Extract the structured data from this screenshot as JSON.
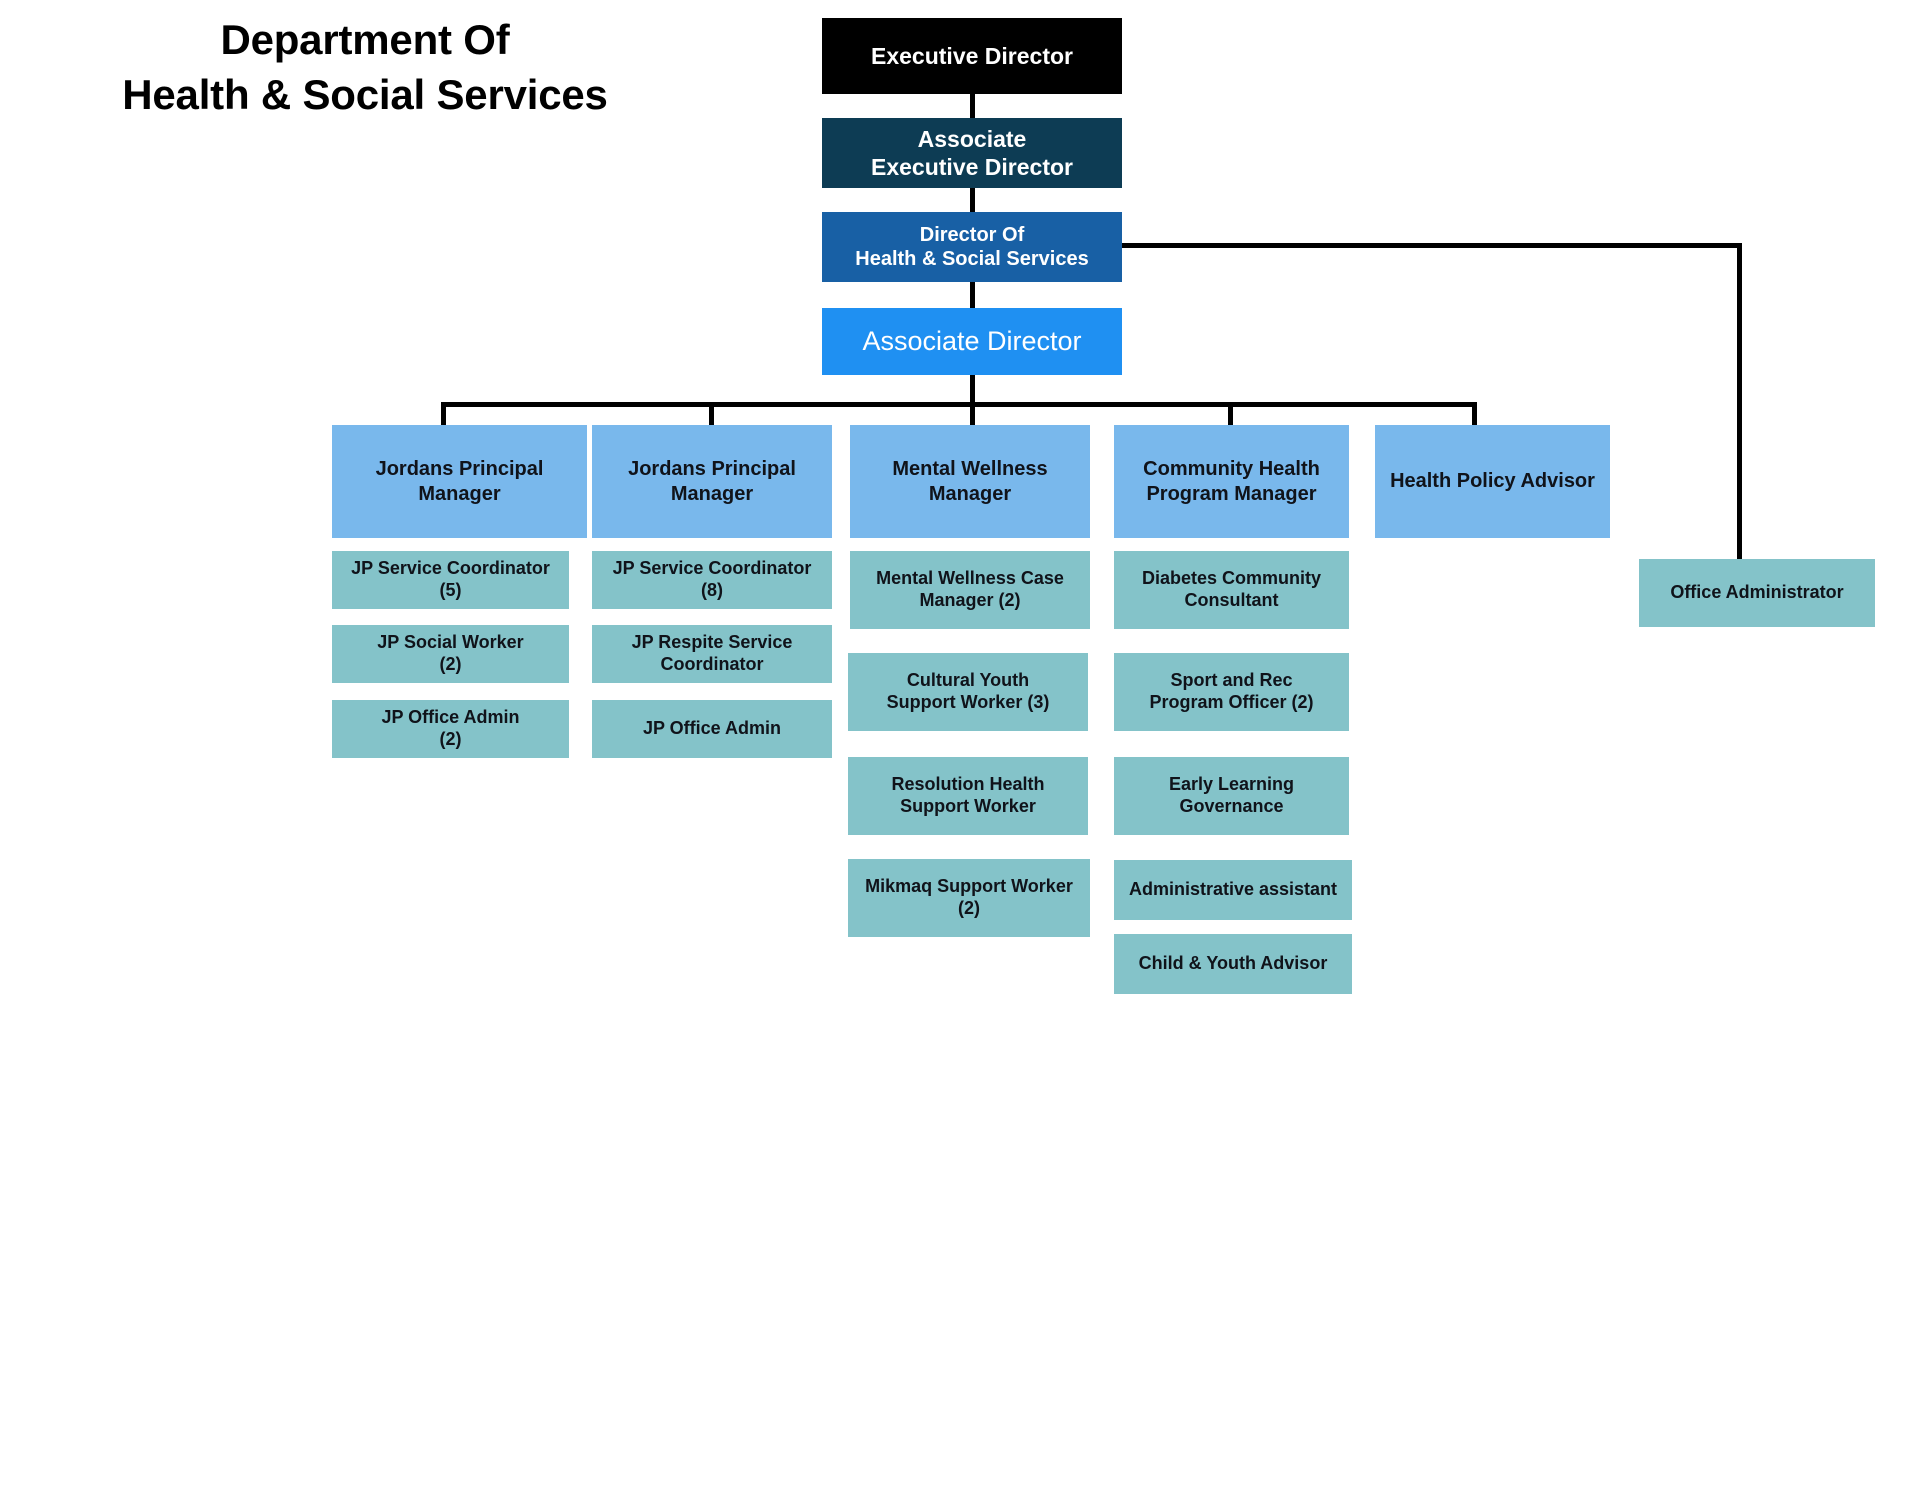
{
  "title": {
    "line1": "Department Of",
    "line2": "Health & Social Services"
  },
  "colors": {
    "executive": "#000000",
    "associate_executive": "#0d3c54",
    "director": "#1860a5",
    "associate_director": "#1f90f2",
    "manager": "#79b8ec",
    "staff": "#84c3c9",
    "connector": "#000000",
    "background": "#ffffff"
  },
  "hierarchy": {
    "executive_director": "Executive Director",
    "associate_executive_director": "Associate\nExecutive Director",
    "associate_executive_director_line1": "Associate",
    "associate_executive_director_line2": "Executive Director",
    "director_line1": "Director Of",
    "director_line2": "Health & Social Services",
    "associate_director": "Associate Director",
    "office_administrator": "Office Administrator"
  },
  "columns": [
    {
      "manager": "Jordans Principal Manager",
      "manager_line1": "Jordans Principal",
      "manager_line2": "Manager",
      "staff": [
        {
          "line1": "JP Service Coordinator",
          "line2": "(5)"
        },
        {
          "line1": "JP Social Worker",
          "line2": "(2)"
        },
        {
          "line1": "JP Office Admin",
          "line2": "(2)"
        }
      ]
    },
    {
      "manager": "Jordans Principal Manager",
      "manager_line1": "Jordans Principal",
      "manager_line2": "Manager",
      "staff": [
        {
          "line1": "JP Service Coordinator",
          "line2": "(8)"
        },
        {
          "line1": "JP Respite Service",
          "line2": "Coordinator"
        },
        {
          "line1": "JP Office Admin",
          "line2": ""
        }
      ]
    },
    {
      "manager": "Mental Wellness Manager",
      "manager_line1": "Mental Wellness",
      "manager_line2": "Manager",
      "staff": [
        {
          "line1": "Mental Wellness Case",
          "line2": "Manager (2)"
        },
        {
          "line1": "Cultural Youth",
          "line2": "Support Worker (3)"
        },
        {
          "line1": "Resolution Health",
          "line2": "Support Worker"
        },
        {
          "line1": "Mikmaq Support Worker",
          "line2": "(2)"
        }
      ]
    },
    {
      "manager": "Community Health Program Manager",
      "manager_line1": "Community Health",
      "manager_line2": "Program Manager",
      "staff": [
        {
          "line1": "Diabetes Community",
          "line2": "Consultant"
        },
        {
          "line1": "Sport and Rec",
          "line2": "Program Officer (2)"
        },
        {
          "line1": "Early Learning",
          "line2": "Governance"
        },
        {
          "line1": "Administrative assistant",
          "line2": ""
        },
        {
          "line1": "Child & Youth Advisor",
          "line2": ""
        }
      ]
    },
    {
      "manager": "Health Policy Advisor",
      "manager_line1": "Health Policy Advisor",
      "manager_line2": "",
      "staff": []
    }
  ]
}
